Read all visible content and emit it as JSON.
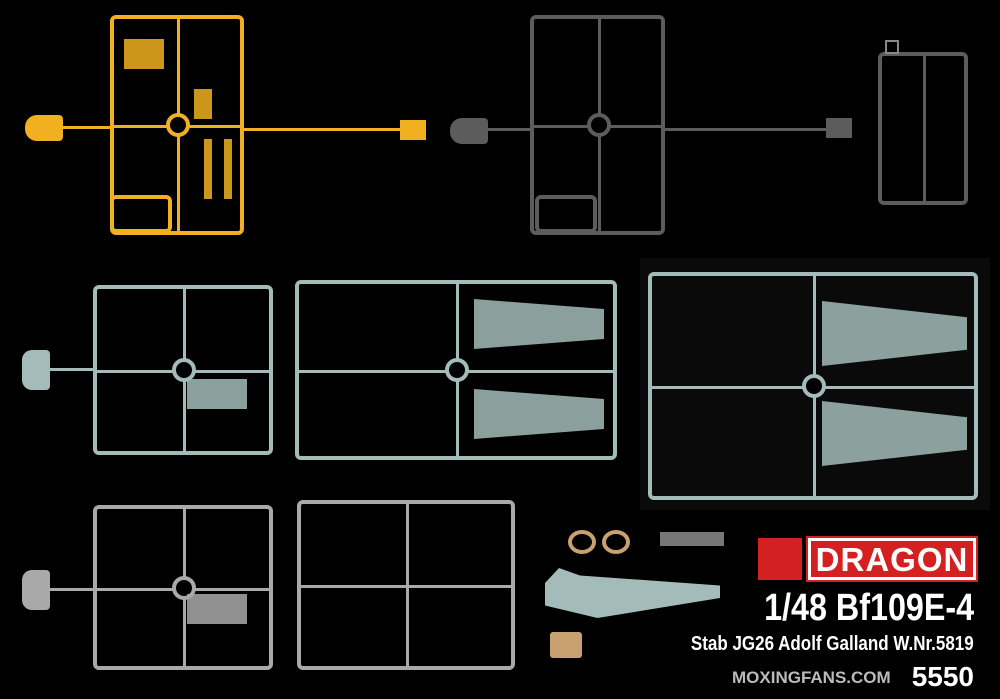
{
  "brand": {
    "name": "DRAGON",
    "colors": {
      "red": "#d42020",
      "yellow": "#f0b020",
      "dark_grey": "#5c5c5c",
      "light_blue": "#a3bcb9",
      "grey": "#a9a9a9"
    }
  },
  "title": "1/48 Bf109E-4",
  "subtitle": "Stab JG26 Adolf Galland W.Nr.5819",
  "kit_number": "5550",
  "watermark": "MOXINGFANS.COM"
}
